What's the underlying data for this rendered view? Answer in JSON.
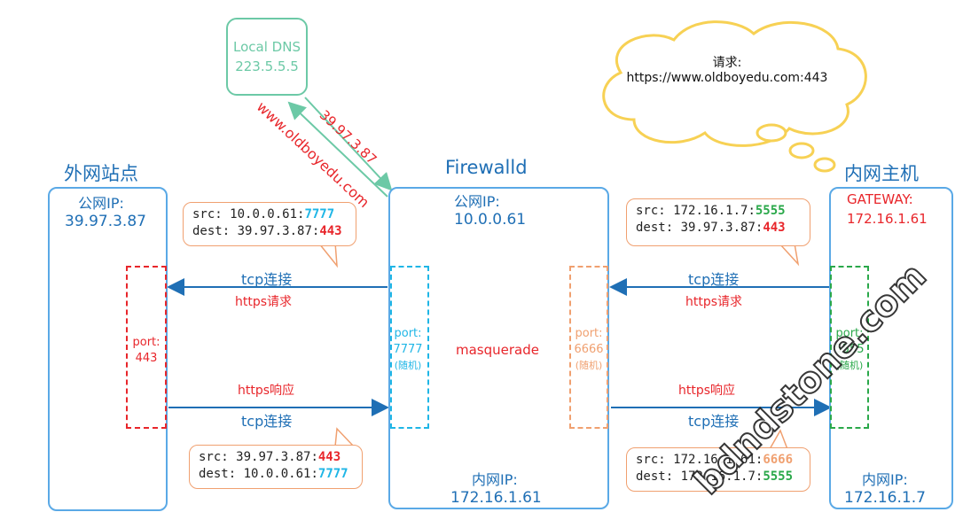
{
  "dns": {
    "label": "Local DNS",
    "ip": "223.5.5.5"
  },
  "dns_query": "www.oldboyedu.com",
  "dns_answer": "39.97.3.87",
  "cloud": {
    "line1": "请求:",
    "line2": "https://www.oldboyedu.com:443"
  },
  "left": {
    "title": "外网站点",
    "ip_label": "公网IP:",
    "ip": "39.97.3.87",
    "port_label": "port:",
    "port": "443"
  },
  "middle": {
    "title": "Firewalld",
    "ip_label": "公网IP:",
    "ip": "10.0.0.61",
    "inner_ip_label": "内网IP:",
    "inner_ip": "172.16.1.61",
    "nat": "masquerade",
    "port_left": {
      "label": "port:",
      "value": "7777",
      "note": "(随机)"
    },
    "port_right": {
      "label": "port:",
      "value": "6666",
      "note": "(随机)"
    }
  },
  "right": {
    "title": "内网主机",
    "gw_label": "GATEWAY:",
    "gw": "172.16.1.61",
    "inner_ip_label": "内网IP:",
    "inner_ip": "172.16.1.7",
    "port_label": "port:",
    "port": "5555",
    "note": "(随机)"
  },
  "flows": {
    "tcp": "tcp连接",
    "https_req": "https请求",
    "https_resp": "https响应"
  },
  "callouts": {
    "top_left": {
      "src_label": "src:",
      "src_ip": "10.0.0.61:",
      "src_port": "7777",
      "dest_label": "dest:",
      "dest_ip": "39.97.3.87:",
      "dest_port": "443"
    },
    "top_right": {
      "src_label": "src:",
      "src_ip": "172.16.1.7:",
      "src_port": "5555",
      "dest_label": "dest:",
      "dest_ip": "39.97.3.87:",
      "dest_port": "443"
    },
    "bottom_left": {
      "src_label": "src:",
      "src_ip": "39.97.3.87:",
      "src_port": "443",
      "dest_label": "dest:",
      "dest_ip": "10.0.0.61:",
      "dest_port": "7777"
    },
    "bottom_right": {
      "src_label": "src:",
      "src_ip": "172.16.1.61:",
      "src_port": "6666",
      "dest_label": "dest:",
      "dest_ip": "172.16.1.7:",
      "dest_port": "5555"
    }
  },
  "watermark": "bdndstone.com",
  "colors": {
    "blue": "#1f6fb5",
    "red": "#e8262b",
    "green": "#2aa84a",
    "cyan": "#1fb6e6",
    "orange": "#f0a070",
    "dns_green": "#6cc9a6",
    "cloud": "#f7d154"
  }
}
